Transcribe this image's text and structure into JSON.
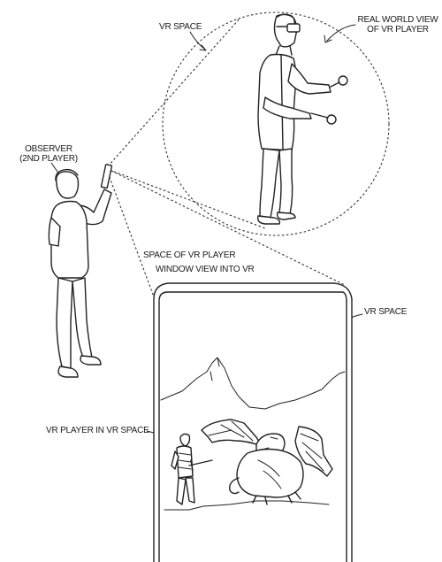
{
  "labels": {
    "vr_space_top": "VR SPACE",
    "real_world_view_line1": "REAL WORLD VIEW",
    "real_world_view_line2": "OF VR PLAYER",
    "observer_line1": "OBSERVER",
    "observer_line2": "(2ND PLAYER)",
    "space_of_vr_player": "SPACE OF VR PLAYER",
    "window_view_into_vr": "WINDOW VIEW INTO VR",
    "vr_space_device": "VR SPACE",
    "vr_player_in_vr_space": "VR PLAYER IN VR SPACE"
  }
}
